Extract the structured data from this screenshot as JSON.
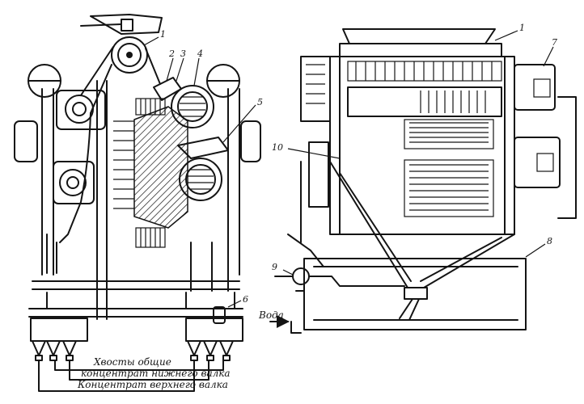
{
  "left_figure": {
    "callouts": {
      "n1": "1",
      "n2": "2",
      "n3": "3",
      "n4": "4",
      "n5": "5",
      "n6": "6"
    },
    "flow_labels": {
      "tails": "Хвосты общие",
      "lower_roll": "концентрат нижнего валка",
      "upper_roll": "Концентрат верхнего валка"
    }
  },
  "right_figure": {
    "callouts": {
      "n1": "1",
      "n7": "7",
      "n8": "8",
      "n9": "9",
      "n10": "10"
    },
    "water_label": "Вода"
  },
  "colors": {
    "ink": "#141414",
    "paper": "#ffffff"
  }
}
